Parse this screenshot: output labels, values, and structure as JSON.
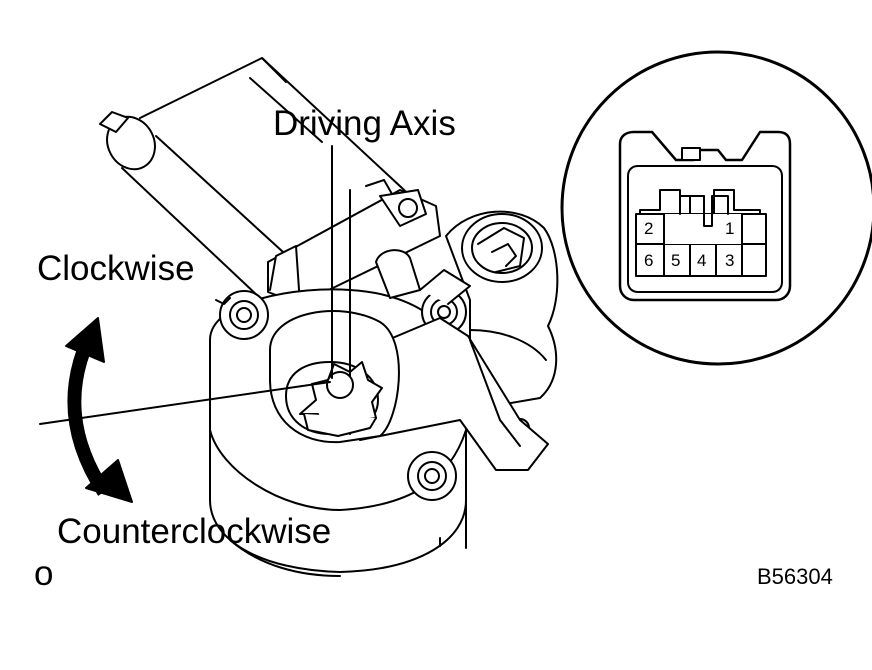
{
  "labels": {
    "driving_axis": "Driving Axis",
    "clockwise": "Clockwise",
    "counterclockwise": "Counterclockwise",
    "corner_mark": "o",
    "figure_code": "B56304"
  },
  "connector": {
    "pins_top": [
      "2",
      "1"
    ],
    "pins_bottom": [
      "6",
      "5",
      "4",
      "3"
    ]
  }
}
